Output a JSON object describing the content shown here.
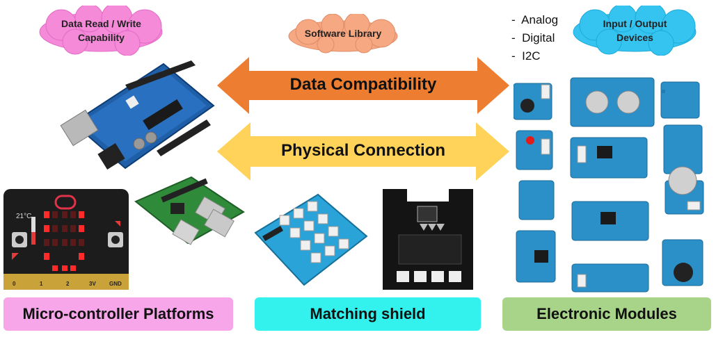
{
  "clouds": {
    "capability": "Data Read / Write\nCapability",
    "software": "Software Library",
    "io_devices": "Input / Output\nDevices"
  },
  "arrows": {
    "data": "Data Compatibility",
    "physical": "Physical Connection"
  },
  "io_list": [
    "Analog",
    "Digital",
    "I2C"
  ],
  "banners": {
    "platforms": "Micro-controller Platforms",
    "shield": "Matching shield",
    "modules": "Electronic Modules"
  },
  "microbit": {
    "temp": "21°C",
    "pins": [
      "0",
      "1",
      "2",
      "3V",
      "GND"
    ]
  },
  "colors": {
    "pink": "#f58ad9",
    "orange_cloud": "#f5a882",
    "blue_cloud": "#35c4f0",
    "arrow_orange": "#ed7d31",
    "arrow_yellow": "#ffd35a",
    "banner_pink": "#f7a6ea",
    "banner_cyan": "#33f2ee",
    "banner_green": "#a8d48a"
  }
}
